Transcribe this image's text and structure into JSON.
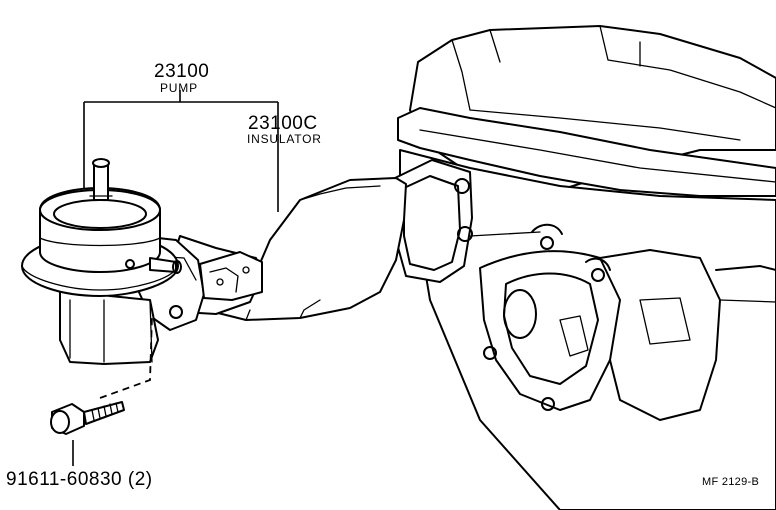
{
  "callouts": {
    "pump": {
      "part_number": "23100",
      "name": "PUMP"
    },
    "insulator": {
      "part_number": "23100C",
      "name": "INSULATOR"
    },
    "bolt": {
      "part_number": "91611-60830 (2)"
    }
  },
  "figure_code": "MF 2129-B"
}
